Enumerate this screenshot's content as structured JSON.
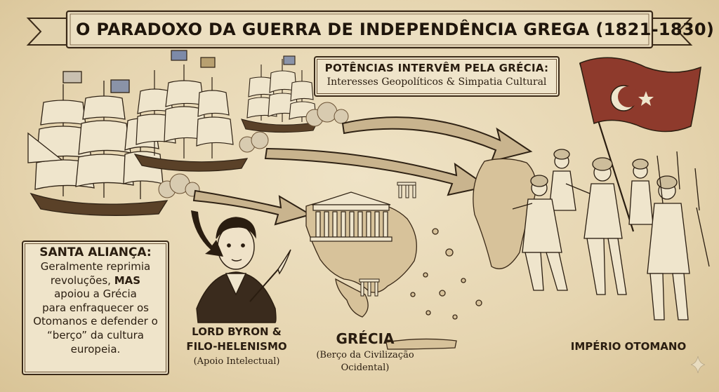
{
  "title": "O PARADOXO DA GUERRA DE INDEPENDÊNCIA GREGA (1821-1830)",
  "powers": {
    "heading": "POTÊNCIAS INTERVÊM PELA GRÉCIA:",
    "subtitle": "Interesses Geopolíticos & Simpatia Cultural"
  },
  "santa_alianca": {
    "heading": "SANTA ALIANÇA:",
    "line1": "Geralmente reprimia",
    "line2": "revoluções,",
    "emphasis": "MAS",
    "line3": "apoiou a Grécia",
    "line4": "para enfraquecer os",
    "line5": "Otomanos e defender o",
    "line6": "“berço” da cultura",
    "line7": "europeia."
  },
  "byron": {
    "line1": "LORD BYRON &",
    "line2": "FILO-HELENISMO",
    "subtitle": "(Apoio Intelectual)"
  },
  "grecia": {
    "title": "GRÉCIA",
    "subtitle_line1": "(Berço da Civilização",
    "subtitle_line2": "Ocidental)"
  },
  "imperio": {
    "title": "IMPÉRIO OTOMANO"
  },
  "colors": {
    "parchment": "#e9dcbc",
    "ink": "#2a1d10",
    "arrow_fill": "#c9b48e",
    "ottoman_flag": "#8e3a2c"
  },
  "icons": [
    "sailing-ship",
    "ottoman-flag",
    "parthenon",
    "quill",
    "cannon-smoke"
  ]
}
